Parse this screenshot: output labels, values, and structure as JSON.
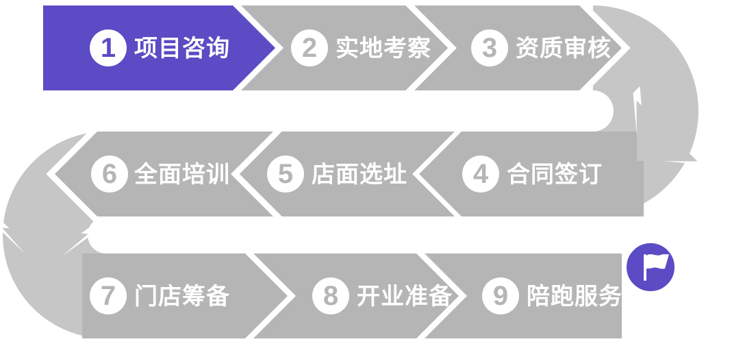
{
  "diagram": {
    "colors": {
      "highlight": "#5b4bc4",
      "band": "#c6c6c6",
      "arrow": "#b5b5b5",
      "label_text": "#ffffff",
      "badge_bg": "#ffffff"
    },
    "steps": [
      {
        "num": "1",
        "label": "项目咨询",
        "highlighted": true
      },
      {
        "num": "2",
        "label": "实地考察",
        "highlighted": false
      },
      {
        "num": "3",
        "label": "资质审核",
        "highlighted": false
      },
      {
        "num": "4",
        "label": "合同签订",
        "highlighted": false
      },
      {
        "num": "5",
        "label": "店面选址",
        "highlighted": false
      },
      {
        "num": "6",
        "label": "全面培训",
        "highlighted": false
      },
      {
        "num": "7",
        "label": "门店筹备",
        "highlighted": false
      },
      {
        "num": "8",
        "label": "开业准备",
        "highlighted": false
      },
      {
        "num": "9",
        "label": "陪跑服务",
        "highlighted": false
      }
    ],
    "finish": {
      "icon": "flag-icon",
      "color": "#5b4bc4"
    }
  }
}
